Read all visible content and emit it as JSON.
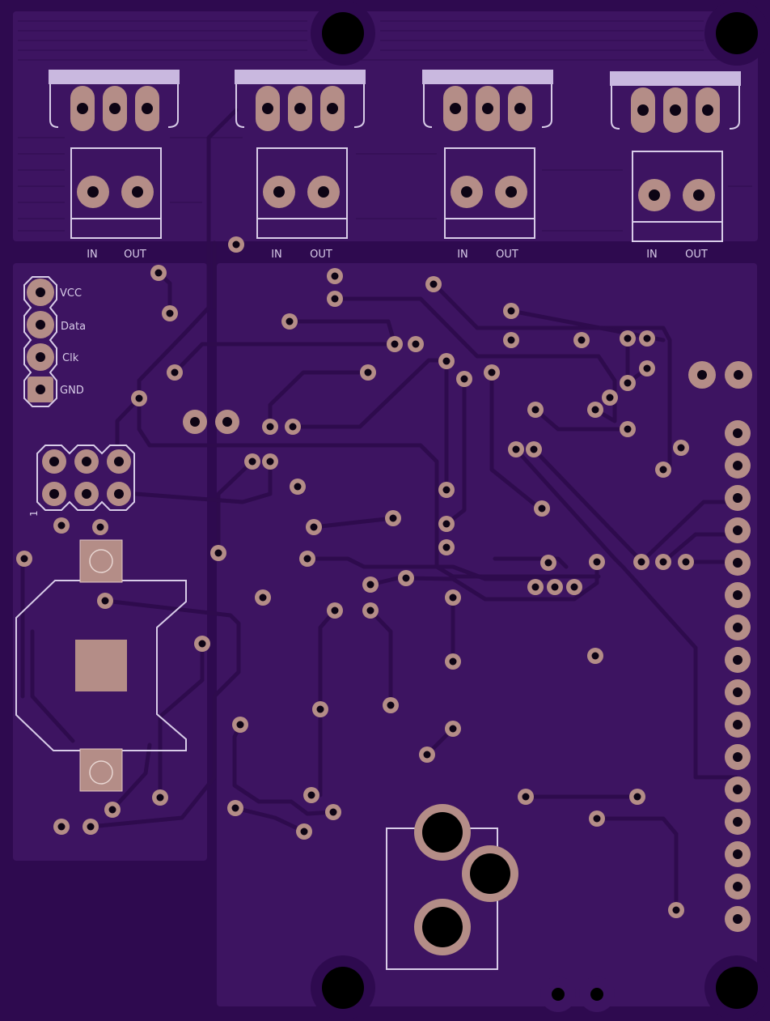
{
  "colors": {
    "substrate": "#2e0a4f",
    "copper_pour": "#3d1461",
    "trace": "#2e0b4d",
    "pad": "#b48d87",
    "pad_hole": "#0d0414",
    "silkscreen": "#d8cce8",
    "silk_fill": "#c9b8df"
  },
  "relay_channels": [
    {
      "in_label": "IN",
      "out_label": "OUT"
    },
    {
      "in_label": "IN",
      "out_label": "OUT"
    },
    {
      "in_label": "IN",
      "out_label": "OUT"
    },
    {
      "in_label": "IN",
      "out_label": "OUT"
    }
  ],
  "sensor_header": {
    "pins": [
      "VCC",
      "Data",
      "Clk",
      "GND"
    ]
  },
  "icsp_header": {
    "pin1_label": "1"
  },
  "icons": {
    "mounting_hole": "mounting-hole-icon",
    "via": "via-icon",
    "pad": "pad-icon"
  }
}
